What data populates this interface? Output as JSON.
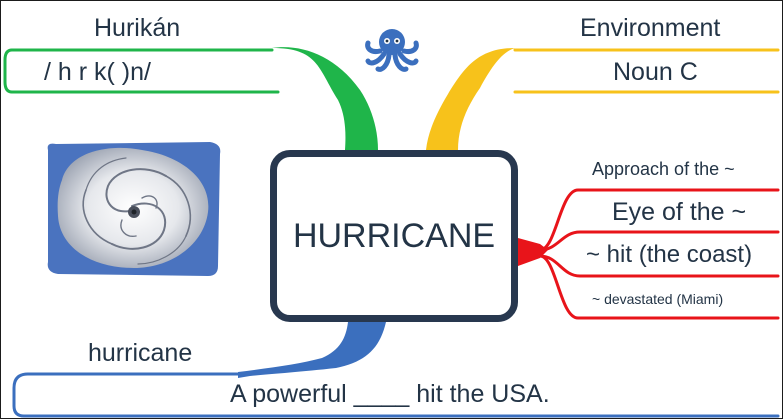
{
  "center": {
    "title": "HURRICANE"
  },
  "pronunciation": {
    "heading": "Hurikán",
    "ipa": "/  h   r   k(   )n/"
  },
  "grammar": {
    "heading": "Environment",
    "word_class": "Noun C"
  },
  "collocations": [
    "Approach of the ~",
    "Eye of the ~",
    "~ hit (the coast)",
    "~ devastated (Miami)"
  ],
  "example": {
    "word": "hurricane",
    "sentence": "A powerful ____ hit the USA."
  },
  "icons": {
    "mascot": "octopus-icon",
    "picture": "hurricane-satellite-image"
  },
  "colors": {
    "green": "#1fb54a",
    "yellow": "#f7c21b",
    "red": "#e8141a",
    "blue": "#3b6fbe",
    "center_border": "#28384f",
    "text": "#233446"
  }
}
